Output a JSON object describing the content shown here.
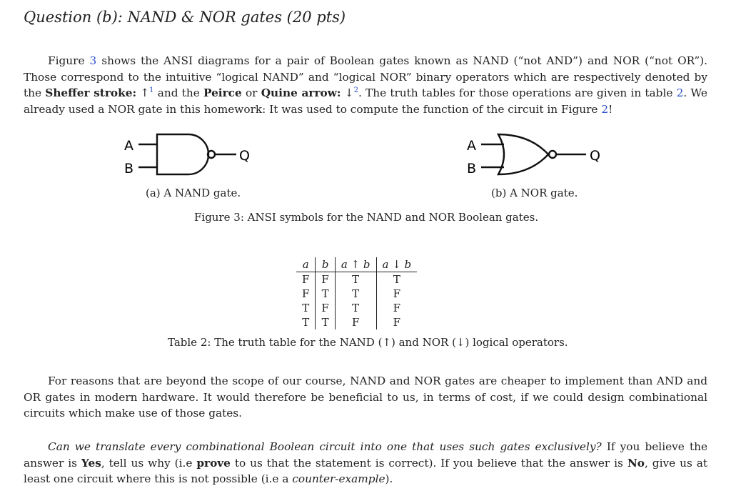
{
  "heading": "Question (b): NAND & NOR gates (20 pts)",
  "para1": {
    "t1": "Figure ",
    "ref_fig3": "3",
    "t2": " shows the ANSI diagrams for a pair of Boolean gates known as NAND (“not AND”) and NOR (“not OR”). Those correspond to the intuitive “logical NAND” and “logical NOR” binary operators which are respectively denoted by the ",
    "sheffer": "Sheffer stroke:",
    "t3": " ↑",
    "sup1": "1",
    "t4": " and the ",
    "peirce": "Peirce",
    "t5": " or ",
    "quine": "Quine arrow:",
    "t6": " ↓",
    "sup2": "2",
    "t7": ". The truth tables for those operations are given in table ",
    "ref_table2": "2",
    "t8": ". We already used a NOR gate in this homework: It was used to compute the function of the circuit in Figure ",
    "ref_fig2": "2",
    "t9": "!"
  },
  "figure": {
    "nand": {
      "input_a": "A",
      "input_b": "B",
      "output": "Q",
      "caption": "(a) A NAND gate."
    },
    "nor": {
      "input_a": "A",
      "input_b": "B",
      "output": "Q",
      "caption": "(b) A NOR gate."
    },
    "caption": "Figure 3: ANSI symbols for the NAND and NOR Boolean gates."
  },
  "table": {
    "headers": [
      "a",
      "b",
      "a ↑ b",
      "a ↓ b"
    ],
    "rows": [
      [
        "F",
        "F",
        "T",
        "T"
      ],
      [
        "F",
        "T",
        "T",
        "F"
      ],
      [
        "T",
        "F",
        "T",
        "F"
      ],
      [
        "T",
        "T",
        "F",
        "F"
      ]
    ],
    "caption": "Table 2: The truth table for the NAND (↑) and NOR (↓) logical operators."
  },
  "para2": "For reasons that are beyond the scope of our course, NAND and NOR gates are cheaper to implement than AND and OR gates in modern hardware. It would therefore be beneficial to us, in terms of cost, if we could design combinational circuits which make use of those gates.",
  "para3": {
    "q": "Can we translate every combinational Boolean circuit into one that uses such gates exclusively?",
    "t1": " If you believe the answer is ",
    "yes": "Yes",
    "t2": ", tell us why (i.e ",
    "prove": "prove",
    "t3": " to us that the statement is correct). If you believe that the answer is ",
    "no": "No",
    "t4": ", give us at least one circuit where this is not possible (i.e a ",
    "counter": "counter-example",
    "t5": ")."
  }
}
